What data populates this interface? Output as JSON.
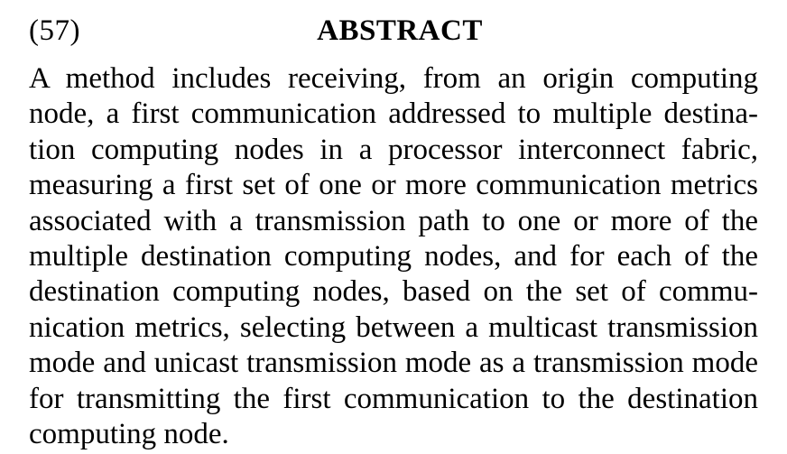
{
  "header": {
    "code": "(57)",
    "title": "ABSTRACT"
  },
  "abstract": {
    "lines": [
      "A method includes receiving, from an origin computing",
      "node, a first communication addressed to multiple destina-",
      "tion computing nodes in a processor interconnect fabric,",
      "measuring a first set of one or more communication metrics",
      "associated with a transmission path to one or more of the",
      "multiple destination computing nodes, and for each of the",
      "destination computing nodes, based on the set of commu-",
      "nication metrics, selecting between a multicast transmission",
      "mode and unicast transmission mode as a transmission mode",
      "for transmitting the first communication to the destination",
      "computing node."
    ]
  }
}
